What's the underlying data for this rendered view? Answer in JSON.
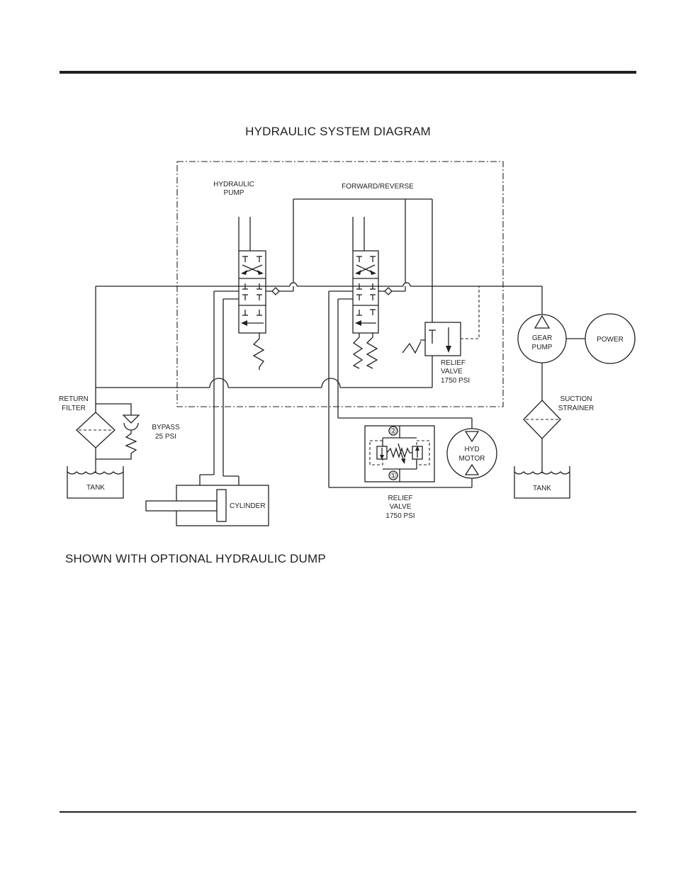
{
  "page": {
    "title": "HYDRAULIC SYSTEM DIAGRAM",
    "caption": "SHOWN WITH OPTIONAL HYDRAULIC DUMP"
  },
  "labels": {
    "hydraulic_pump": [
      "HYDRAULIC",
      "PUMP"
    ],
    "forward_reverse": "FORWARD/REVERSE",
    "relief_valve_upper": [
      "RELIEF",
      "VALVE",
      "1750 PSI"
    ],
    "gear_pump": [
      "GEAR",
      "PUMP"
    ],
    "power": "POWER",
    "return_filter": [
      "RETURN",
      "FILTER"
    ],
    "bypass": [
      "BYPASS",
      "25 PSI"
    ],
    "suction_strainer": [
      "SUCTION",
      "STRAINER"
    ],
    "tank_left": "TANK",
    "tank_right": "TANK",
    "cylinder": "CYLINDER",
    "hyd_motor": [
      "HYD",
      "MOTOR"
    ],
    "relief_valve_lower": [
      "RELIEF",
      "VALVE",
      "1750 PSI"
    ],
    "port_2": "②",
    "port_1": "①"
  }
}
